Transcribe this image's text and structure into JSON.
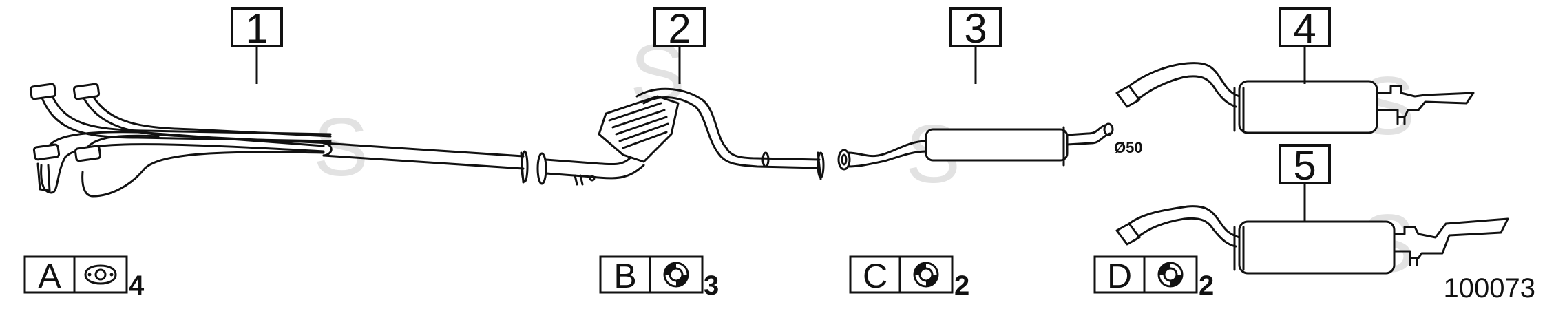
{
  "callouts": [
    {
      "number": "1"
    },
    {
      "number": "2"
    },
    {
      "number": "3"
    },
    {
      "number": "4"
    },
    {
      "number": "5"
    }
  ],
  "legend": [
    {
      "letter": "A",
      "icon": "flange-gasket-icon",
      "quantity": "4"
    },
    {
      "letter": "B",
      "icon": "clamp-ring-icon",
      "quantity": "3"
    },
    {
      "letter": "C",
      "icon": "clamp-ring-icon",
      "quantity": "2"
    },
    {
      "letter": "D",
      "icon": "clamp-ring-icon",
      "quantity": "2"
    }
  ],
  "diameter_label": "Ø50",
  "diagram_id": "100073"
}
